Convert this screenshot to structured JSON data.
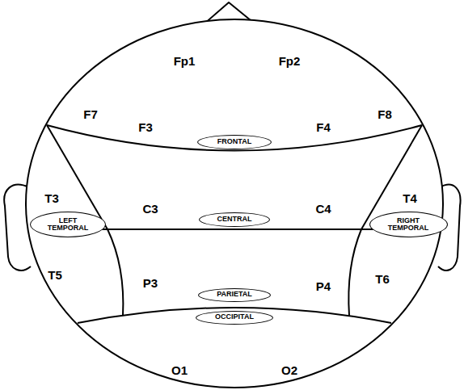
{
  "diagram": {
    "nodes": [
      {
        "text": [
          "FRONTAL"
        ]
      },
      {
        "text": [
          "LEFT TEMPORAL"
        ]
      },
      {
        "text": [
          "CENTRAL"
        ]
      },
      {
        "text": [
          "RIGHT TEMPORAL"
        ]
      },
      {
        "text": [
          "PARIETAL"
        ]
      },
      {
        "text": [
          "OCCIPITAL"
        ]
      }
    ],
    "labels": [
      "Fp1",
      "Fp2",
      "F7",
      "F3",
      "F4",
      "F8",
      "T3",
      "C3",
      "C4",
      "T4",
      "T5",
      "P3",
      "P4",
      "T6",
      "O1",
      "O2"
    ]
  }
}
